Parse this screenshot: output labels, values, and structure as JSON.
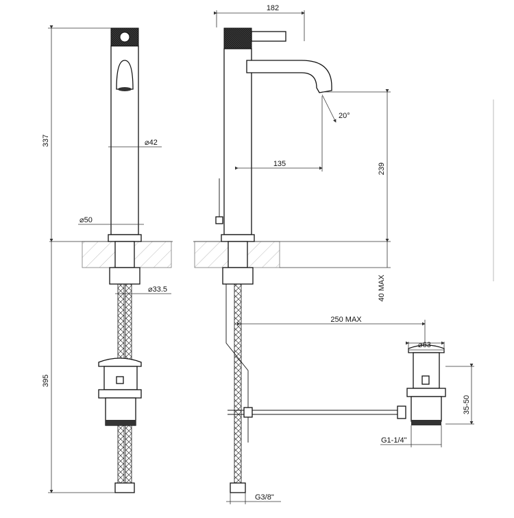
{
  "drawing_title": "",
  "dimensions": {
    "total_height_front": "337",
    "body_diameter": "⌀42",
    "base_diameter": "⌀50",
    "shank_diameter": "⌀33.5",
    "below_counter_length": "395",
    "overall_depth": "182",
    "spout_projection": "135",
    "spout_angle": "20°",
    "outlet_height": "239",
    "counter_thickness_max": "40 MAX",
    "waste_distance_max": "250 MAX",
    "waste_diameter": "⌀63",
    "waste_height_range": "35-50",
    "waste_thread": "G1-1/4\"",
    "supply_thread": "G3/8\""
  }
}
